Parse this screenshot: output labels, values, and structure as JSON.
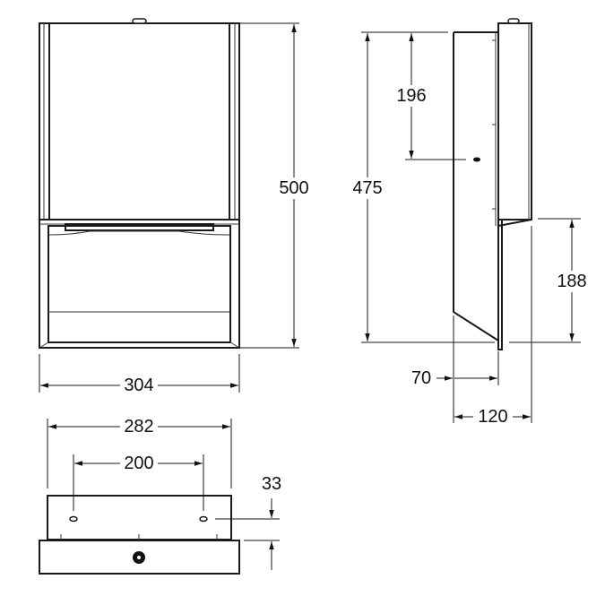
{
  "dimensions": {
    "front_height": "500",
    "front_width": "304",
    "side_total_height": "475",
    "side_top_to_hole": "196",
    "side_lower_height": "188",
    "side_wall_depth": "70",
    "side_total_depth": "120",
    "bottom_width": "282",
    "bottom_hole_spacing": "200",
    "bottom_hole_offset": "33"
  },
  "colors": {
    "line": "#1a1a1a",
    "background": "#ffffff"
  }
}
